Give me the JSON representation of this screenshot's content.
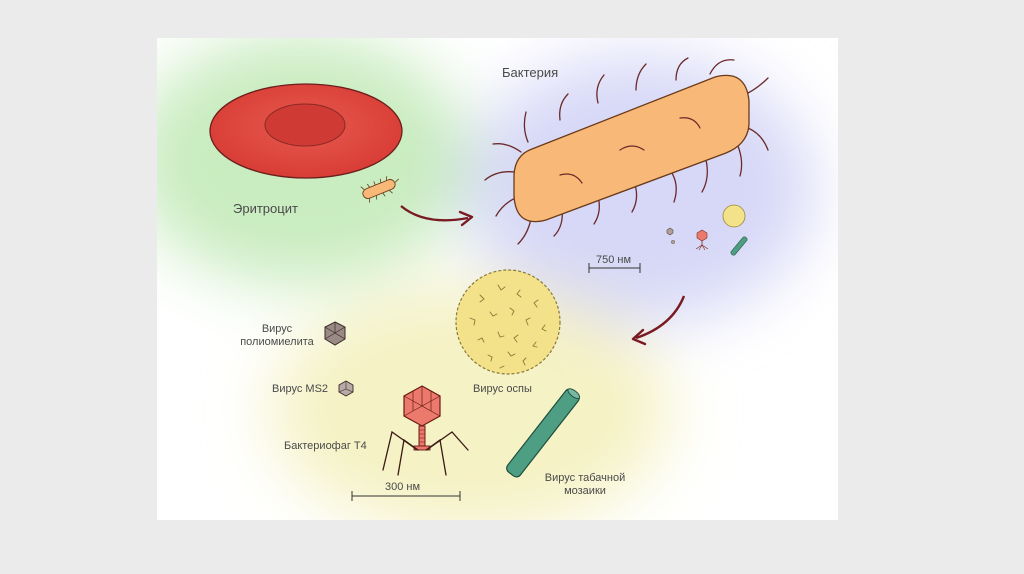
{
  "colors": {
    "page_background": "#ebebeb",
    "panel_background": "#ffffff",
    "erythrocyte": "#d9413a",
    "bacterium": "#f8b877",
    "virus_smallpox": "#f3e28a",
    "phage_t4": "#ec7a6c",
    "tobacco_mosaic": "#4e9e83",
    "arrow": "#7a1a22",
    "glow_green": "#c9ecc0",
    "glow_blue": "#d7d8f7",
    "glow_yellow": "#f5f2c5"
  },
  "labels": {
    "erythrocyte": "Эритроцит",
    "bacterium": "Бактерия",
    "polio_line1": "Вирус",
    "polio_line2": "полиомиелита",
    "ms2": "Вирус MS2",
    "smallpox": "Вирус оспы",
    "phage_t4": "Бактериофаг Т4",
    "tmv_line1": "Вирус табачной",
    "tmv_line2": "мозаики"
  },
  "scale_bars": {
    "bacterium_scale": "750 нм",
    "virus_scale": "300 нм"
  }
}
